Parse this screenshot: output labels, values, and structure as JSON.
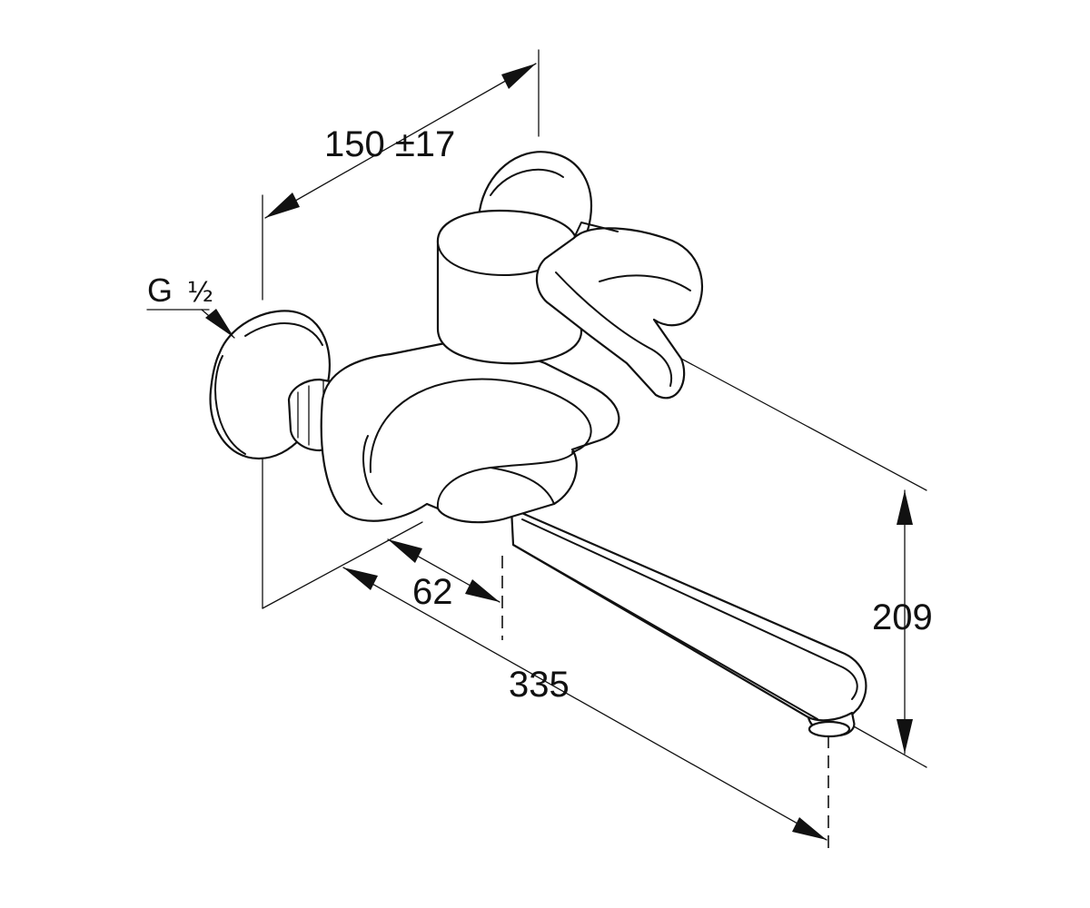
{
  "dimensions": {
    "connection_spacing": "150 ±17",
    "thread": {
      "prefix": "G",
      "size": "½"
    },
    "spout_projection": "335",
    "body_offset": "62",
    "height": "209"
  }
}
